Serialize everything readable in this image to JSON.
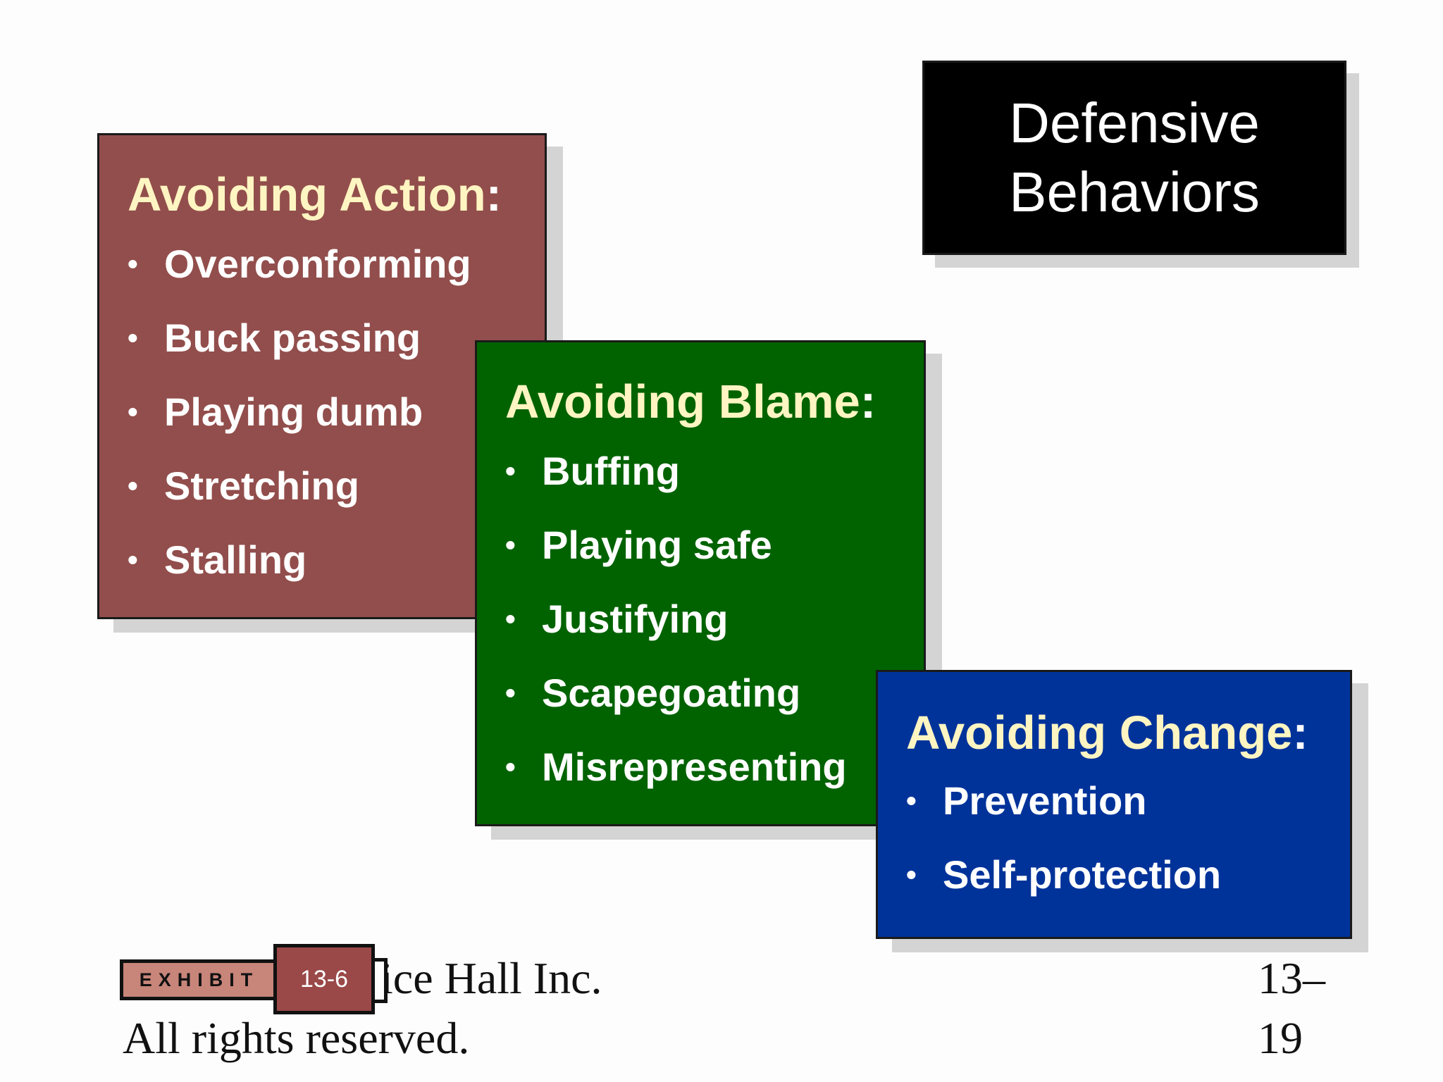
{
  "title": {
    "line1": "Defensive",
    "line2": "Behaviors"
  },
  "cards": [
    {
      "heading": "Avoiding Action",
      "colon": ":",
      "color": "#924e4c",
      "items": [
        "Overconforming",
        "Buck passing",
        "Playing dumb",
        "Stretching",
        "Stalling"
      ]
    },
    {
      "heading": "Avoiding Blame",
      "colon": ":",
      "color": "#016300",
      "items": [
        "Buffing",
        "Playing safe",
        "Justifying",
        "Scapegoating",
        "Misrepresenting"
      ]
    },
    {
      "heading": "Avoiding Change",
      "colon": ":",
      "color": "#00339a",
      "items": [
        "Prevention",
        "Self-protection"
      ]
    }
  ],
  "bullet": "•",
  "footer": {
    "copyright_line1": "ice Hall Inc.",
    "copyright_line2": "All rights reserved.",
    "page_line1": "13–",
    "page_line2": "19",
    "exhibit_label": "EXHIBIT",
    "exhibit_number": "13-6"
  }
}
